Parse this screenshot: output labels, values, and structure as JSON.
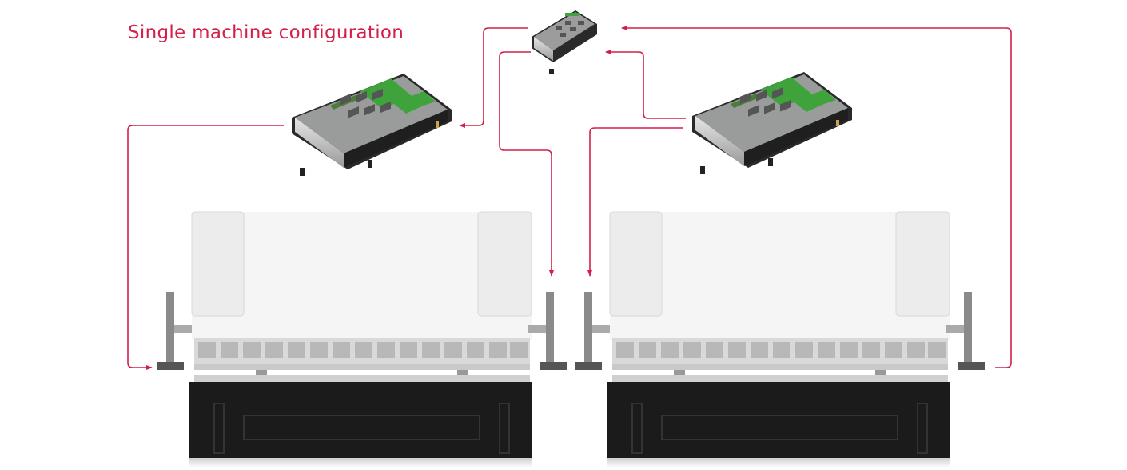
{
  "title": "Single machine configuration",
  "colors": {
    "accent": "#d51f49",
    "machine_base": "#1b1b1b",
    "panel": "#f4f4f4"
  },
  "nodes": [
    {
      "id": "hub",
      "type": "network-hub-device"
    },
    {
      "id": "controller-left",
      "type": "controller-unit"
    },
    {
      "id": "controller-right",
      "type": "controller-unit"
    },
    {
      "id": "press-left",
      "type": "press-brake"
    },
    {
      "id": "press-right",
      "type": "press-brake"
    }
  ]
}
